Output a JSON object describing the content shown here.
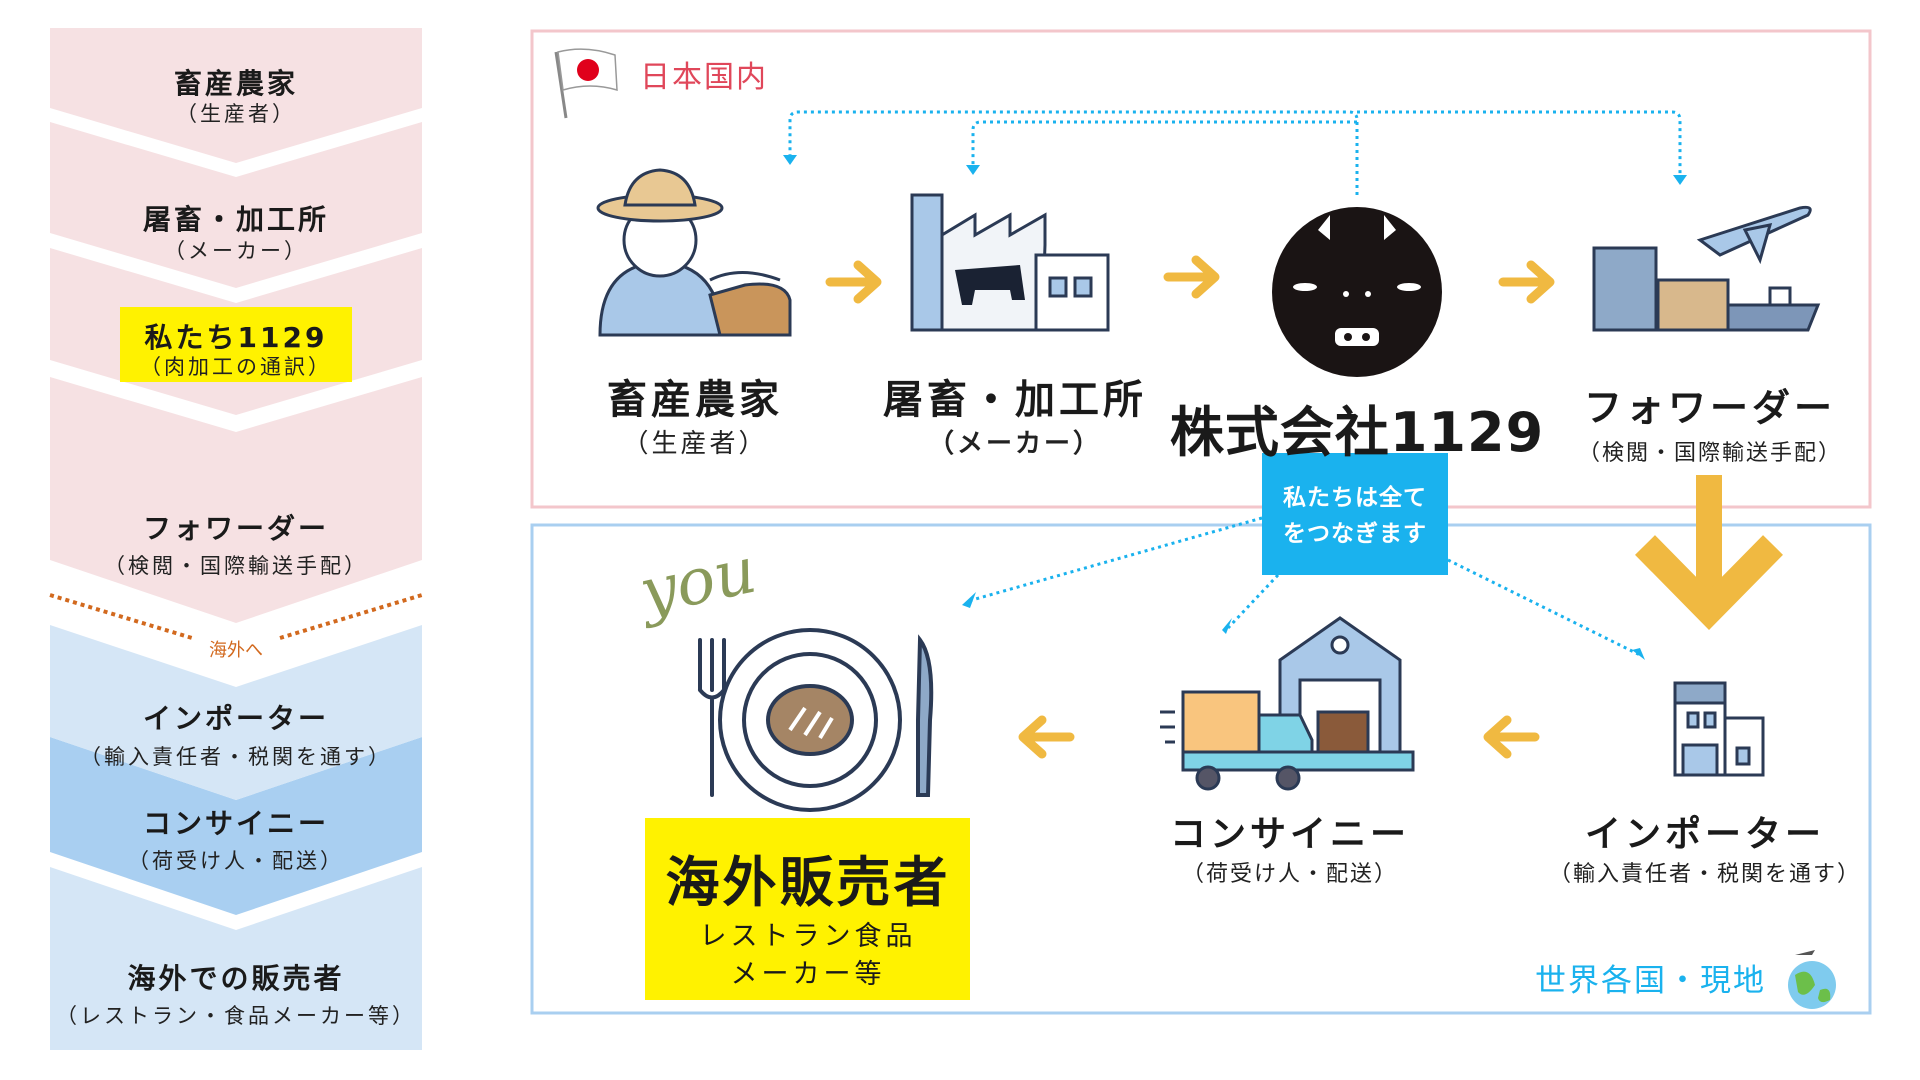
{
  "colors": {
    "pink": "#f6e1e3",
    "light_blue": "#d5e6f6",
    "mid_blue": "#a9cff1",
    "yellow": "#fff200",
    "orange_dots": "#d2691e",
    "arrow": "#f0b941",
    "cyan": "#1ab2ee",
    "japan_border": "#f3c6cb",
    "world_border": "#a9cff0"
  },
  "left_flow": {
    "steps": [
      {
        "title": "畜産農家",
        "sub": "（生産者）"
      },
      {
        "title": "屠畜・加工所",
        "sub": "（メーカー）"
      },
      {
        "title": "私たち1129",
        "sub": "（肉加工の通訳）"
      },
      {
        "title": "フォワーダー",
        "sub": "（検閲・国際輸送手配）"
      },
      {
        "title": "インポーター",
        "sub": "（輸入責任者・税関を通す）"
      },
      {
        "title": "コンサイニー",
        "sub": "（荷受け人・配送）"
      },
      {
        "title": "海外での販売者",
        "sub": "（レストラン・食品メーカー等）"
      }
    ],
    "divider_label": "海外へ"
  },
  "japan": {
    "label": "日本国内",
    "nodes": [
      {
        "title": "畜産農家",
        "sub": "（生産者）",
        "icon": "farmer-with-cow-icon"
      },
      {
        "title": "屠畜・加工所",
        "sub": "（メーカー）",
        "icon": "factory-icon"
      },
      {
        "title": "株式会社1129",
        "icon": "company-logo-icon"
      },
      {
        "title": "フォワーダー",
        "sub": "（検閲・国際輸送手配）",
        "icon": "cargo-plane-ship-icon"
      }
    ],
    "connect_label": [
      "私たちは全て",
      "をつなぎます"
    ]
  },
  "world": {
    "label": "世界各国・現地",
    "nodes": [
      {
        "title": "インポーター",
        "sub": "（輸入責任者・税関を通す）",
        "icon": "building-icon"
      },
      {
        "title": "コンサイニー",
        "sub": "（荷受け人・配送）",
        "icon": "truck-warehouse-icon"
      }
    ],
    "seller": {
      "script": "you",
      "title": "海外販売者",
      "sub1": "レストラン食品",
      "sub2": "メーカー等"
    }
  }
}
